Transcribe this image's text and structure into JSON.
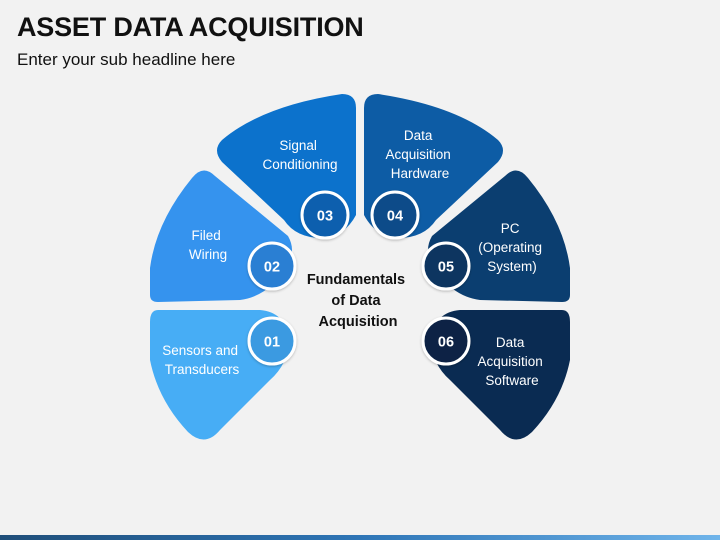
{
  "header": {
    "title": "ASSET DATA ACQUISITION",
    "subtitle": "Enter your sub headline here"
  },
  "diagram": {
    "center_label": [
      "Fundamentals",
      "of Data",
      "Acquisition"
    ],
    "segments": [
      {
        "number": "01",
        "label": [
          "Sensors and",
          "Transducers"
        ],
        "color": "#47adf5",
        "badge_color": "#3b9ae1"
      },
      {
        "number": "02",
        "label": [
          "Filed",
          "Wiring"
        ],
        "color": "#3593ee",
        "badge_color": "#2a7fd3"
      },
      {
        "number": "03",
        "label": [
          "Signal",
          "Conditioning"
        ],
        "color": "#0c72cc",
        "badge_color": "#0a5fae"
      },
      {
        "number": "04",
        "label": [
          "Data",
          "Acquisition",
          "Hardware"
        ],
        "color": "#0d5ca5",
        "badge_color": "#0b4c89"
      },
      {
        "number": "05",
        "label": [
          "PC",
          "(Operating",
          "System)"
        ],
        "color": "#0b3e70",
        "badge_color": "#0a3460"
      },
      {
        "number": "06",
        "label": [
          "Data",
          "Acquisition",
          "Software"
        ],
        "color": "#0a2b52",
        "badge_color": "#082445"
      }
    ]
  }
}
